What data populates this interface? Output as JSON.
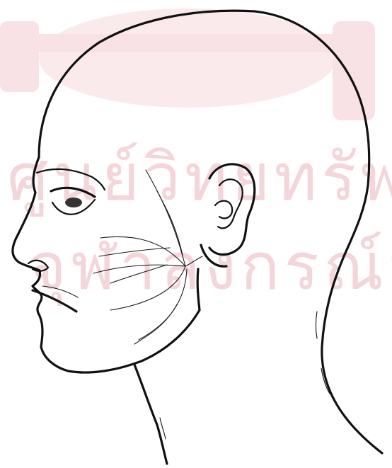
{
  "colors": {
    "background": "#ffffff",
    "ink": "#111111",
    "watermark": "#e9a9b4"
  },
  "watermark": {
    "lines": [
      "ศูนย์วิทยทรัพยากร",
      "จุฬาลงกรณ์มหาวิทยาลัย"
    ],
    "emblem": "university-seal-watermark"
  }
}
